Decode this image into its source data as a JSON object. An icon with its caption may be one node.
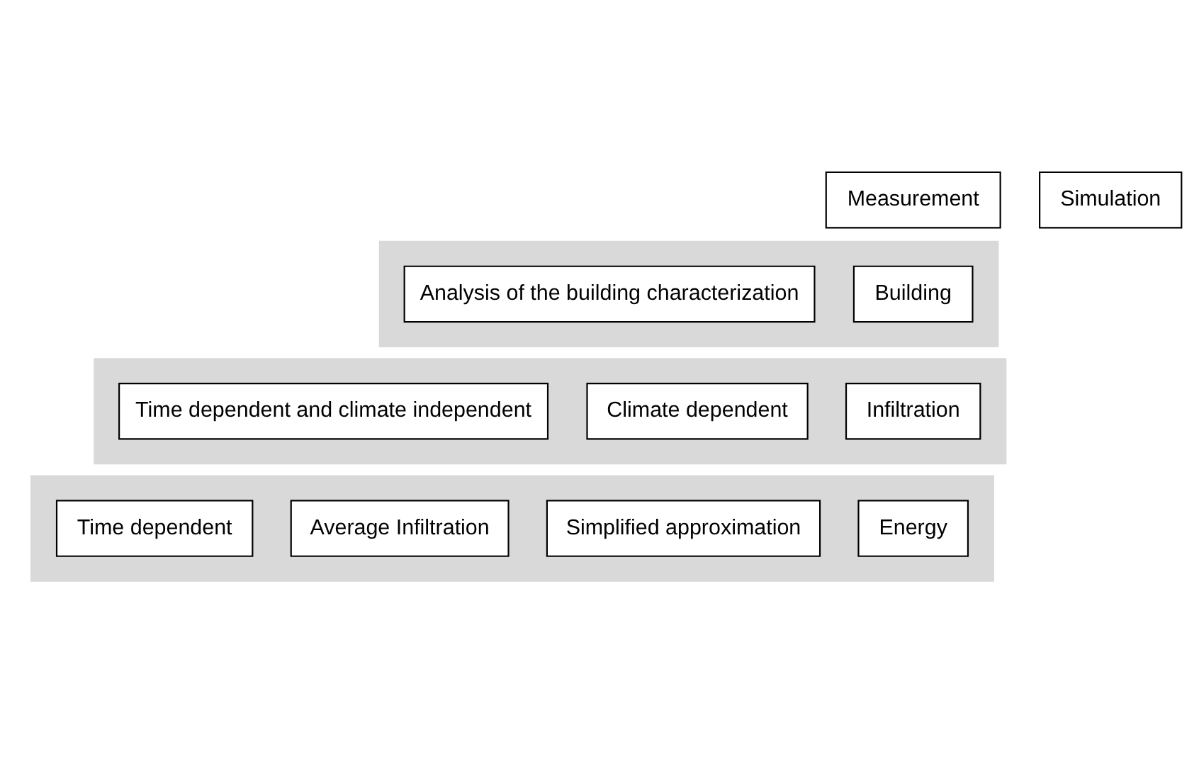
{
  "diagram": {
    "nodes": [
      {
        "text": [
          "Measurement"
        ]
      },
      {
        "text": [
          "Simulation"
        ]
      },
      {
        "text": [],
        "shape": "box"
      },
      {
        "text": [
          "Building"
        ],
        "in": 2
      },
      {
        "text": [
          "Analysis of the building characterization"
        ],
        "in": 2
      },
      {
        "text": [],
        "shape": "box"
      },
      {
        "text": [
          "Infiltration"
        ],
        "in": 5
      },
      {
        "text": [
          "Climate dependent"
        ],
        "in": 5
      },
      {
        "text": [
          "Time dependent and climate independent"
        ],
        "in": 5
      },
      {
        "text": [],
        "shape": "box"
      },
      {
        "text": [
          "Energy"
        ],
        "in": 9
      },
      {
        "text": [
          "Simplified approximation"
        ],
        "in": 9
      },
      {
        "text": [
          "Average Infiltration"
        ],
        "in": 9
      },
      {
        "text": [
          "Time dependent"
        ],
        "in": 9
      }
    ],
    "edges": []
  }
}
